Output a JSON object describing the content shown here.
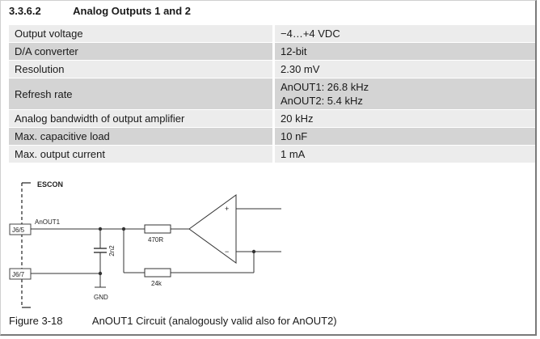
{
  "section": {
    "number": "3.3.6.2",
    "title": "Analog Outputs 1 and 2"
  },
  "specs": [
    {
      "label": "Output voltage",
      "value": "−4…+4 VDC"
    },
    {
      "label": "D/A converter",
      "value": "12-bit"
    },
    {
      "label": "Resolution",
      "value": "2.30 mV"
    },
    {
      "label": "Refresh rate",
      "value": [
        "AnOUT1: 26.8 kHz",
        "AnOUT2: 5.4 kHz"
      ]
    },
    {
      "label": "Analog bandwidth of output amplifier",
      "value": "20 kHz"
    },
    {
      "label": "Max. capacitive load",
      "value": "10 nF"
    },
    {
      "label": "Max. output current",
      "value": "1 mA"
    }
  ],
  "circuit": {
    "device_label": "ESCON",
    "pin_top": "J6/5",
    "pin_bottom": "J6/7",
    "signal_name": "AnOUT1",
    "capacitor": "2n2",
    "resistor_series": "470R",
    "resistor_feedback": "24k",
    "ground": "GND",
    "amp_plus": "+",
    "amp_minus": "−"
  },
  "figure": {
    "number": "Figure 3-18",
    "caption": "AnOUT1 Circuit (analogously valid also for AnOUT2)"
  }
}
